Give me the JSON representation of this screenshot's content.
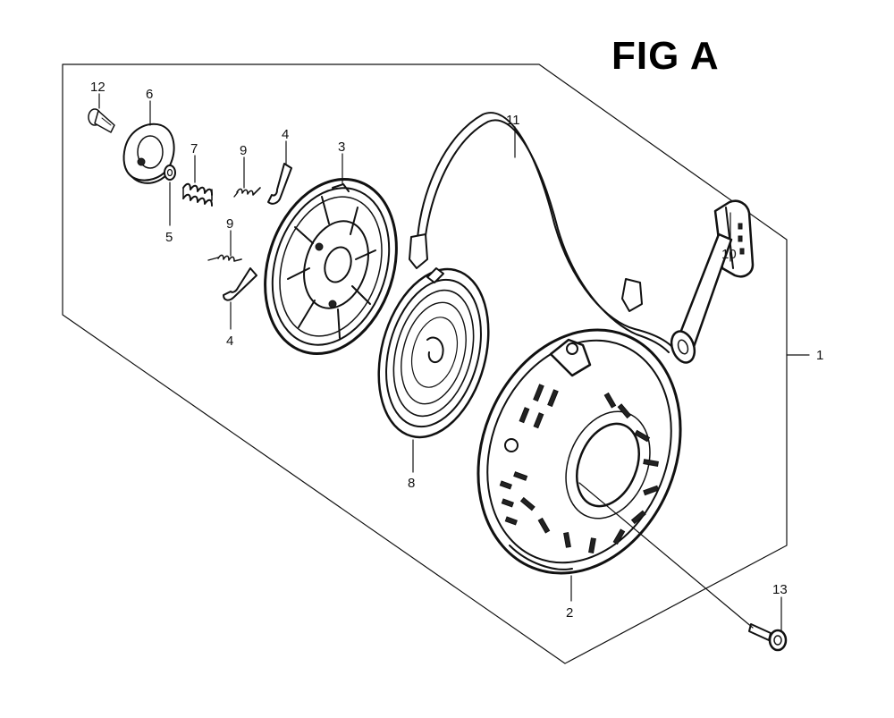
{
  "figure": {
    "title": "FIG A",
    "callouts": {
      "c1": "1",
      "c2": "2",
      "c3": "3",
      "c4a": "4",
      "c4b": "4",
      "c5": "5",
      "c6": "6",
      "c7": "7",
      "c8": "8",
      "c9a": "9",
      "c9b": "9",
      "c10": "10",
      "c11": "11",
      "c12": "12",
      "c13": "13"
    }
  },
  "colors": {
    "ink": "#111111",
    "background": "#ffffff"
  }
}
